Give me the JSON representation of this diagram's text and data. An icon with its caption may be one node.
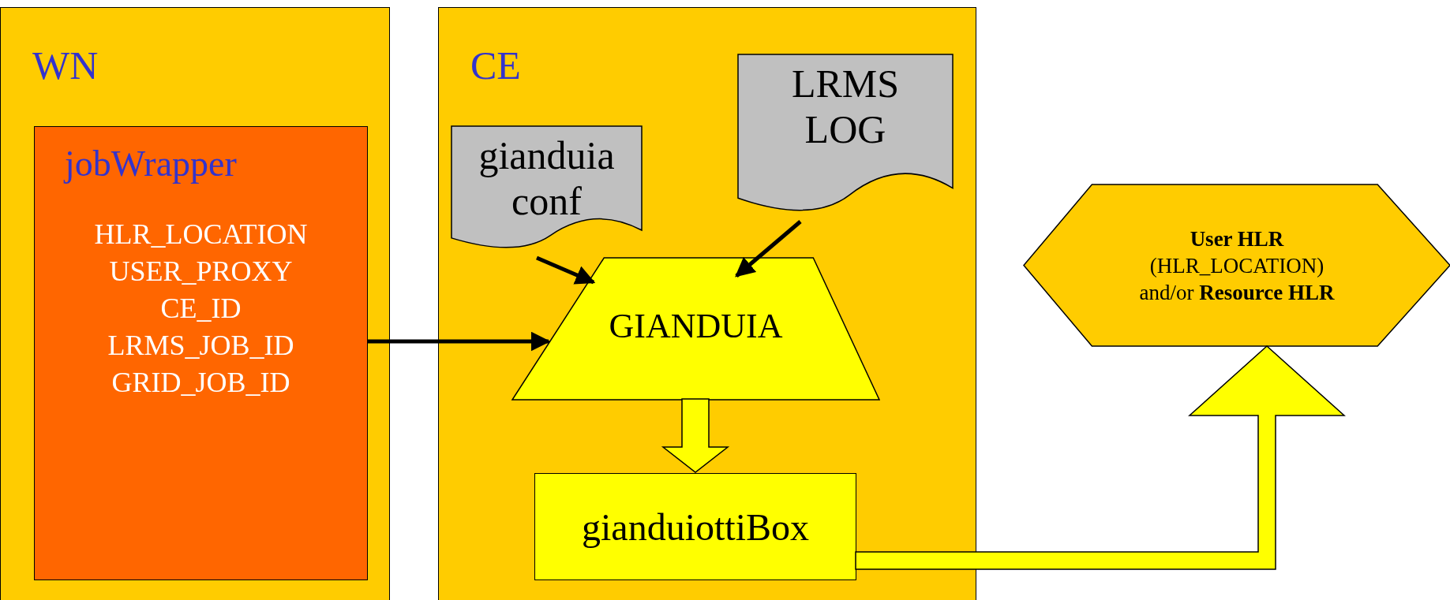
{
  "diagram": {
    "nodes": [
      {
        "text": [
          "WN"
        ]
      },
      {
        "text": [
          "jobWrapper",
          "HLR_LOCATION",
          "USER_PROXY",
          "CE_ID",
          "LRMS_JOB_ID",
          "GRID_JOB_ID"
        ],
        "in": 0
      },
      {
        "text": [
          "CE"
        ]
      },
      {
        "text": [
          "gianduia conf"
        ],
        "in": 2
      },
      {
        "text": [
          "LRMS LOG"
        ],
        "in": 2
      },
      {
        "text": [
          "GIANDUIA"
        ],
        "in": 2
      },
      {
        "text": [
          "gianduiottiBox"
        ],
        "in": 2
      },
      {
        "text": [
          "User HLR",
          "(HLR_LOCATION)",
          "and/or **Resource HLR**"
        ]
      }
    ],
    "edges": [
      {
        "from": 1,
        "to": 5,
        "arrow": "to"
      },
      {
        "from": 3,
        "to": 5,
        "arrow": "to"
      },
      {
        "from": 4,
        "to": 5,
        "arrow": "to"
      },
      {
        "from": 5,
        "to": 6,
        "arrow": "to",
        "style": "thick",
        "color": "#ffff00"
      },
      {
        "from": 6,
        "to": 7,
        "arrow": "to",
        "style": "thick",
        "color": "#ffff00"
      }
    ]
  }
}
